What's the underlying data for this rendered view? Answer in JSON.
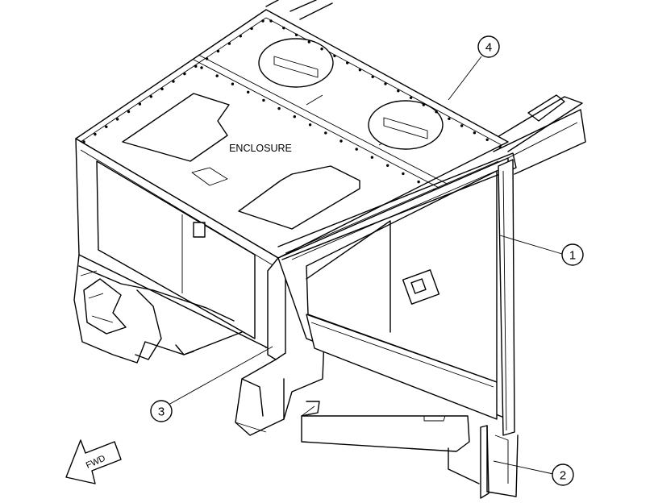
{
  "diagram": {
    "title_label": "ENCLOSURE",
    "direction_label": "FWD",
    "callouts": [
      {
        "id": "callout-1",
        "number": "1"
      },
      {
        "id": "callout-2",
        "number": "2"
      },
      {
        "id": "callout-3",
        "number": "3"
      },
      {
        "id": "callout-4",
        "number": "4"
      }
    ]
  }
}
